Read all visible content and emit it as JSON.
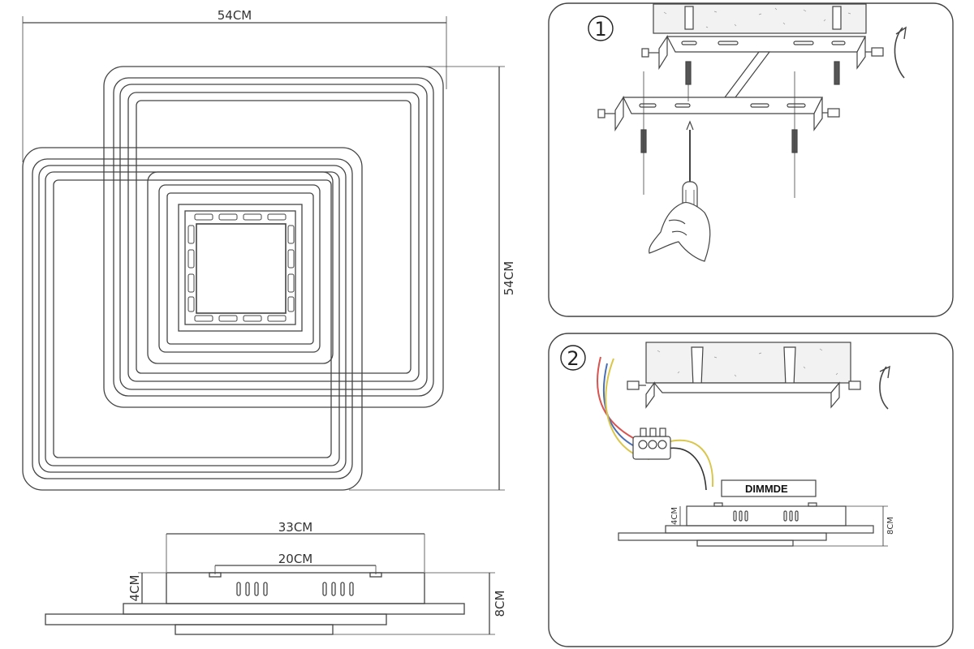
{
  "top_view": {
    "width_label": "54CM",
    "height_label": "54CM"
  },
  "side_view": {
    "mount_width_label": "33CM",
    "bracket_width_label": "20CM",
    "body_height_label": "4CM",
    "total_height_label": "8CM"
  },
  "step1": {
    "number": "1"
  },
  "step2": {
    "number": "2",
    "driver_label": "DIMMDE",
    "body_height_label": "4CM",
    "total_height_label": "8CM"
  },
  "colors": {
    "line": "#333333",
    "wall_fill": "#f2f2f2",
    "wire_red": "#d9534f",
    "wire_blue": "#4a6fb5",
    "wire_yellow": "#d9c64a"
  }
}
